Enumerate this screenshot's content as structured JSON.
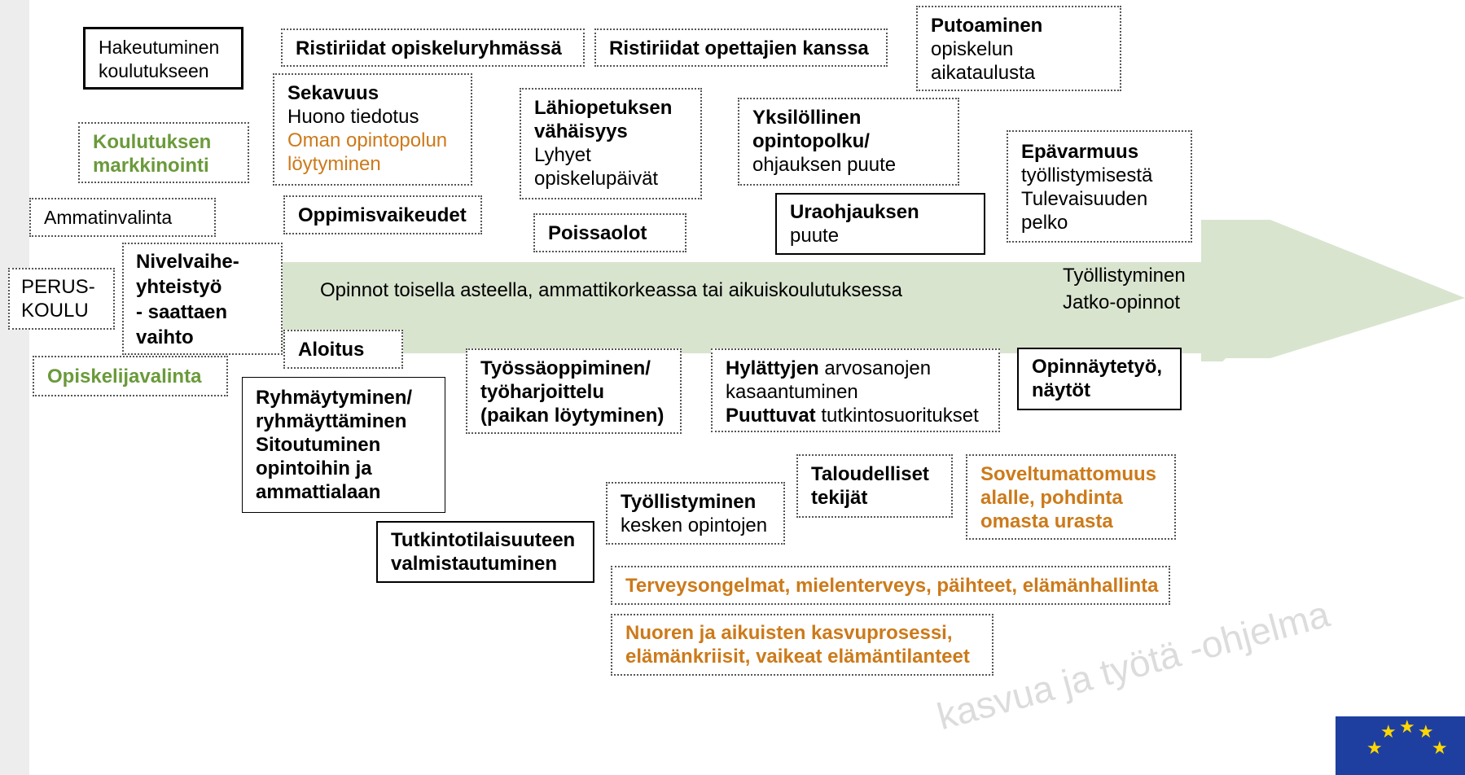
{
  "boxes": {
    "hakeutuminen": [
      "Hakeutuminen",
      "koulutukseen"
    ],
    "markkinointi": [
      "Koulutuksen",
      "markkinointi"
    ],
    "ammatinvalinta": [
      "Ammatinvalinta"
    ],
    "peruskoulu": [
      "PERUS-",
      "KOULU"
    ],
    "nivelvaihe": [
      "Nivelvaihe-",
      "yhteistyö",
      "- saattaen",
      "vaihto"
    ],
    "opiskelijavalinta": [
      "Opiskelijavalinta"
    ],
    "ristiriidat_ryhma": [
      "Ristiriidat opiskeluryhmässä"
    ],
    "ristiriidat_opettajat": [
      "Ristiriidat opettajien kanssa"
    ],
    "putoaminen": [
      "Putoaminen",
      "opiskelun",
      "aikataulusta"
    ],
    "sekavuus": [
      "Sekavuus",
      "Huono tiedotus",
      "Oman opintopolun",
      "löytyminen"
    ],
    "lahiopetus": [
      "Lähiopetuksen",
      "vähäisyys",
      "Lyhyet",
      "opiskelupäivät"
    ],
    "yksilollinen": [
      "Yksilöllinen",
      "opintopolku/",
      "ohjauksen puute"
    ],
    "epavarmuus": [
      "Epävarmuus",
      "työllistymisestä",
      "Tulevaisuuden",
      "pelko"
    ],
    "oppimisvaikeudet": [
      "Oppimisvaikeudet"
    ],
    "poissaolot": [
      "Poissaolot"
    ],
    "uraohjaus": [
      "Uraohjauksen",
      "puute"
    ],
    "aloitus": [
      "Aloitus"
    ],
    "ryhmaytyminen": [
      "Ryhmäytyminen/",
      "ryhmäyttäminen",
      "Sitoutuminen",
      "opintoihin ja",
      "ammattialaan"
    ],
    "tyossaoppiminen": [
      "Työssäoppiminen/",
      "työharjoittelu",
      "(paikan löytyminen)"
    ],
    "hylattyjen": {
      "l1b": "Hylättyjen",
      "l1": " arvosanojen",
      "l2": "kasaantuminen",
      "l3b": "Puuttuvat",
      "l3": " tutkintosuoritukset"
    },
    "opinnaytetyo": [
      "Opinnäytetyö,",
      "näytöt"
    ],
    "taloudelliset": [
      "Taloudelliset",
      "tekijät"
    ],
    "soveltumattomuus": [
      "Soveltumattomuus",
      "alalle, pohdinta",
      "omasta urasta"
    ],
    "tyollistyminen_kesken": [
      "Työllistyminen",
      "kesken opintojen"
    ],
    "tutkintotilaisuus": [
      "Tutkintotilaisuuteen",
      "valmistautuminen"
    ],
    "terveysongelmat": [
      "Terveysongelmat, mielenterveys, päihteet, elämänhallinta"
    ],
    "kasvuprosessi": [
      "Nuoren  ja aikuisten kasvuprosessi,",
      "elämänkriisit, vaikeat elämäntilanteet"
    ]
  },
  "arrow": {
    "main_text": "Opinnot toisella asteella, ammattikorkeassa tai aikuiskoulutuksessa",
    "end_text": [
      "Työllistyminen",
      "Jatko-opinnot"
    ]
  },
  "watermark": "kasvua ja työtä -ohjelma",
  "colors": {
    "arrow": "#d9e4cf",
    "green": "#6a9a3a",
    "orange": "#cc7a1a",
    "eu_blue": "#1f3fa0",
    "eu_star": "#ffd700"
  }
}
